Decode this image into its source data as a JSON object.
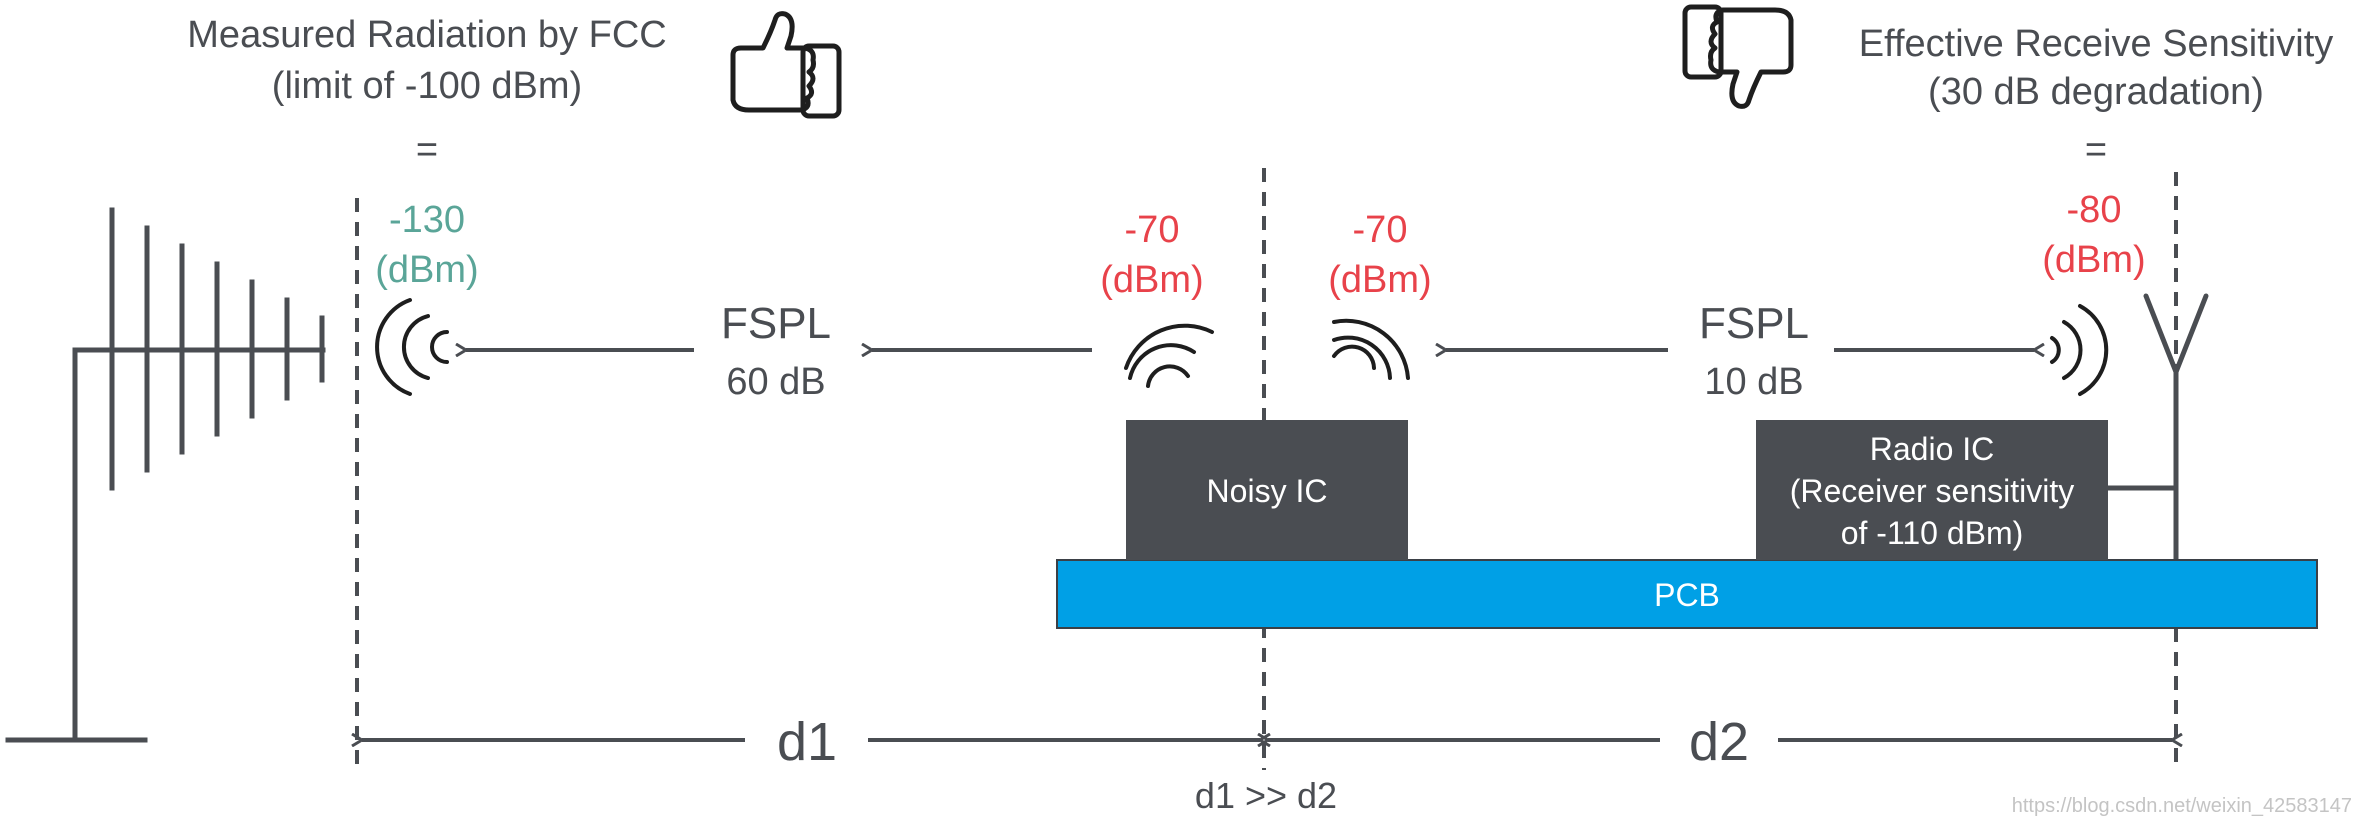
{
  "colors": {
    "ink": "#4a4d52",
    "teal": "#5aa598",
    "red": "#e8424a",
    "chip": "#4a4d52",
    "pcb": "#00a0e6",
    "pcb_stroke": "#3b4046"
  },
  "left_label": {
    "line1": "Measured Radiation by FCC",
    "line2": "(limit of -100 dBm)",
    "equals": "=",
    "icon": "thumbs-up-icon"
  },
  "right_label": {
    "line1": "Effective Receive Sensitivity",
    "line2": "(30 dB degradation)",
    "equals": "=",
    "icon": "thumbs-down-icon"
  },
  "levels": {
    "measured_value": "-130",
    "measured_unit": "(dBm)",
    "noisy_left_value": "-70",
    "noisy_left_unit": "(dBm)",
    "noisy_right_value": "-70",
    "noisy_right_unit": "(dBm)",
    "receive_value": "-80",
    "receive_unit": "(dBm)"
  },
  "fspl_left": {
    "label": "FSPL",
    "value": "60 dB"
  },
  "fspl_right": {
    "label": "FSPL",
    "value": "10 dB"
  },
  "chips": {
    "noisy": "Noisy IC",
    "radio_line1": "Radio IC",
    "radio_line2": "(Receiver sensitivity",
    "radio_line3": "of -110 dBm)",
    "pcb": "PCB"
  },
  "distances": {
    "d1": "d1",
    "d2": "d2",
    "relation": "d1 >> d2"
  },
  "watermark": "https://blog.csdn.net/weixin_42583147"
}
